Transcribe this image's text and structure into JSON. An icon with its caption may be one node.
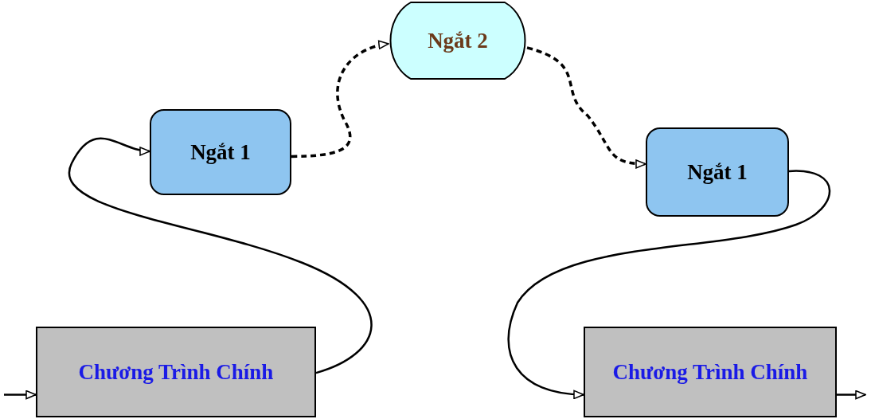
{
  "diagram": {
    "nodes": [
      {
        "text": [
          "Chương Trình Chính"
        ]
      },
      {
        "text": [
          "Ngắt 1"
        ]
      },
      {
        "text": [
          "Ngắt 2"
        ]
      },
      {
        "text": [
          "Ngắt 1"
        ]
      },
      {
        "text": [
          "Chương Trình Chính"
        ]
      }
    ],
    "edges": [
      {
        "from": null,
        "to": 0,
        "arrow": "to"
      },
      {
        "from": 0,
        "to": 1,
        "arrow": "to"
      },
      {
        "from": 1,
        "to": 2,
        "arrow": "to",
        "style": "dashed"
      },
      {
        "from": 2,
        "to": 3,
        "arrow": "to",
        "style": "dashed"
      },
      {
        "from": 3,
        "to": 4,
        "arrow": "to"
      },
      {
        "from": 4,
        "to": null,
        "arrow": "to"
      }
    ]
  }
}
